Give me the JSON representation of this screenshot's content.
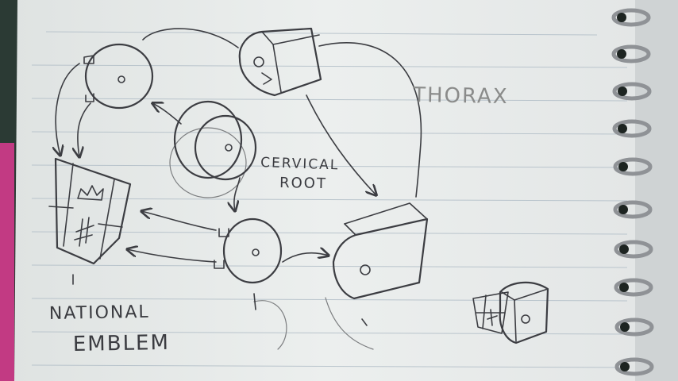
{
  "labels": {
    "thorax": "THORAX",
    "cervical": "CERVICAL",
    "root": "ROOT",
    "national": "NATIONAL",
    "emblem": "EMBLEM"
  },
  "colors": {
    "paper": "#e9ecec",
    "ink": "#3c3d42",
    "rule_lines": "#b9c4cc",
    "spiral_binding": "#8f9296",
    "desk": "#2b3a34",
    "margin_pink": "#c23a83"
  },
  "icons": {
    "binding": "spiral-ring-icon",
    "emblem": "shield-icon"
  }
}
